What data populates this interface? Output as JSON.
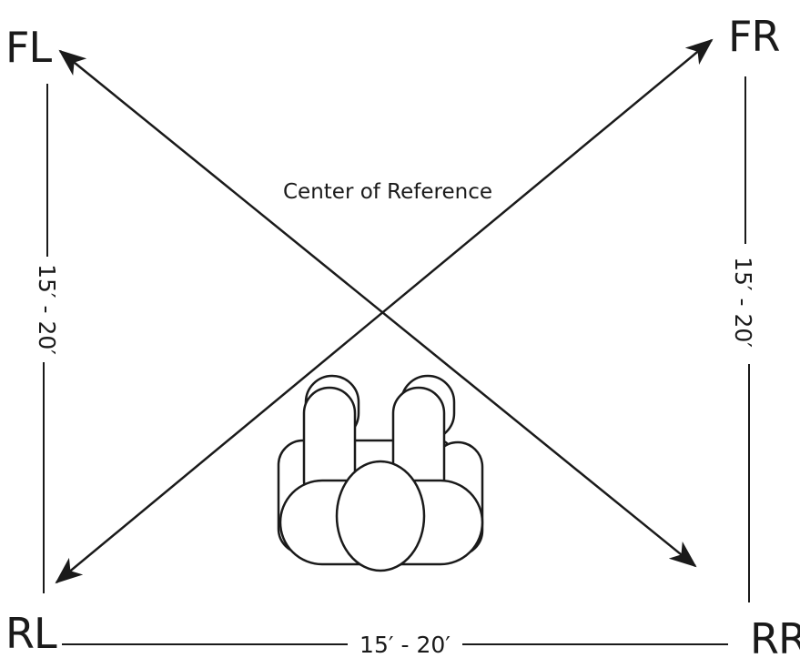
{
  "speakers": {
    "front_left": "FL",
    "front_right": "FR",
    "rear_left": "RL",
    "rear_right": "RR"
  },
  "center_label": "Center of Reference",
  "distances": {
    "left_side": "15′ - 20′",
    "right_side": "15′ - 20′",
    "bottom": "15′ - 20′"
  },
  "colors": {
    "ink": "#1a1a1a",
    "background": "#ffffff"
  }
}
